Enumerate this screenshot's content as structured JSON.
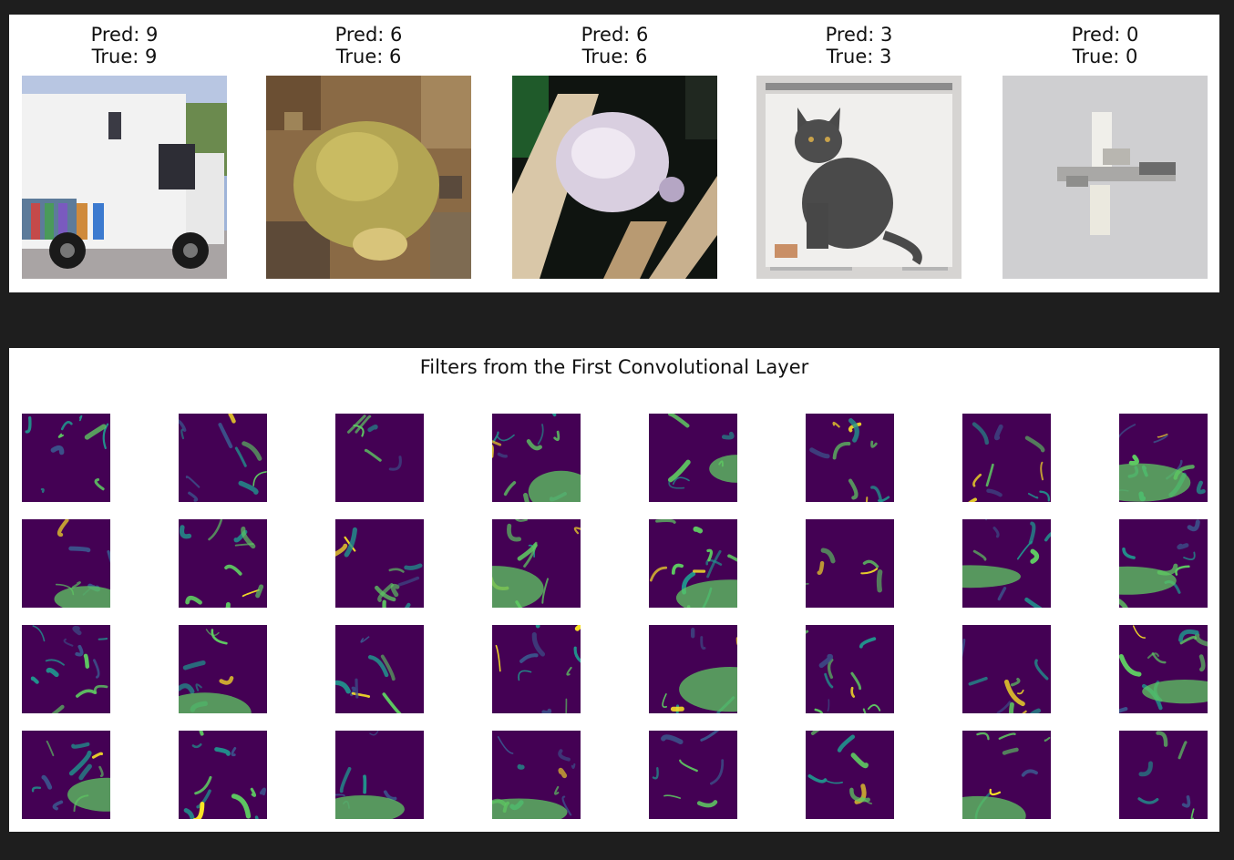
{
  "predictions": [
    {
      "pred_label": "Pred: 9",
      "true_label": "True: 9",
      "image": "truck-thumbnail"
    },
    {
      "pred_label": "Pred: 6",
      "true_label": "True: 6",
      "image": "frog-thumbnail"
    },
    {
      "pred_label": "Pred: 6",
      "true_label": "True: 6",
      "image": "frog-closeup-thumbnail"
    },
    {
      "pred_label": "Pred: 3",
      "true_label": "True: 3",
      "image": "cat-thumbnail"
    },
    {
      "pred_label": "Pred: 0",
      "true_label": "True: 0",
      "image": "airplane-thumbnail"
    }
  ],
  "filters": {
    "title": "Filters from the First Convolutional Layer",
    "rows": 4,
    "cols": 8,
    "colormap": [
      "#440154",
      "#3b528b",
      "#21918c",
      "#5ec962",
      "#fde725"
    ]
  },
  "colors": {
    "background": "#1e1e1e",
    "panel": "#ffffff",
    "viridis_dark": "#440154",
    "viridis_yellow": "#fde725"
  }
}
